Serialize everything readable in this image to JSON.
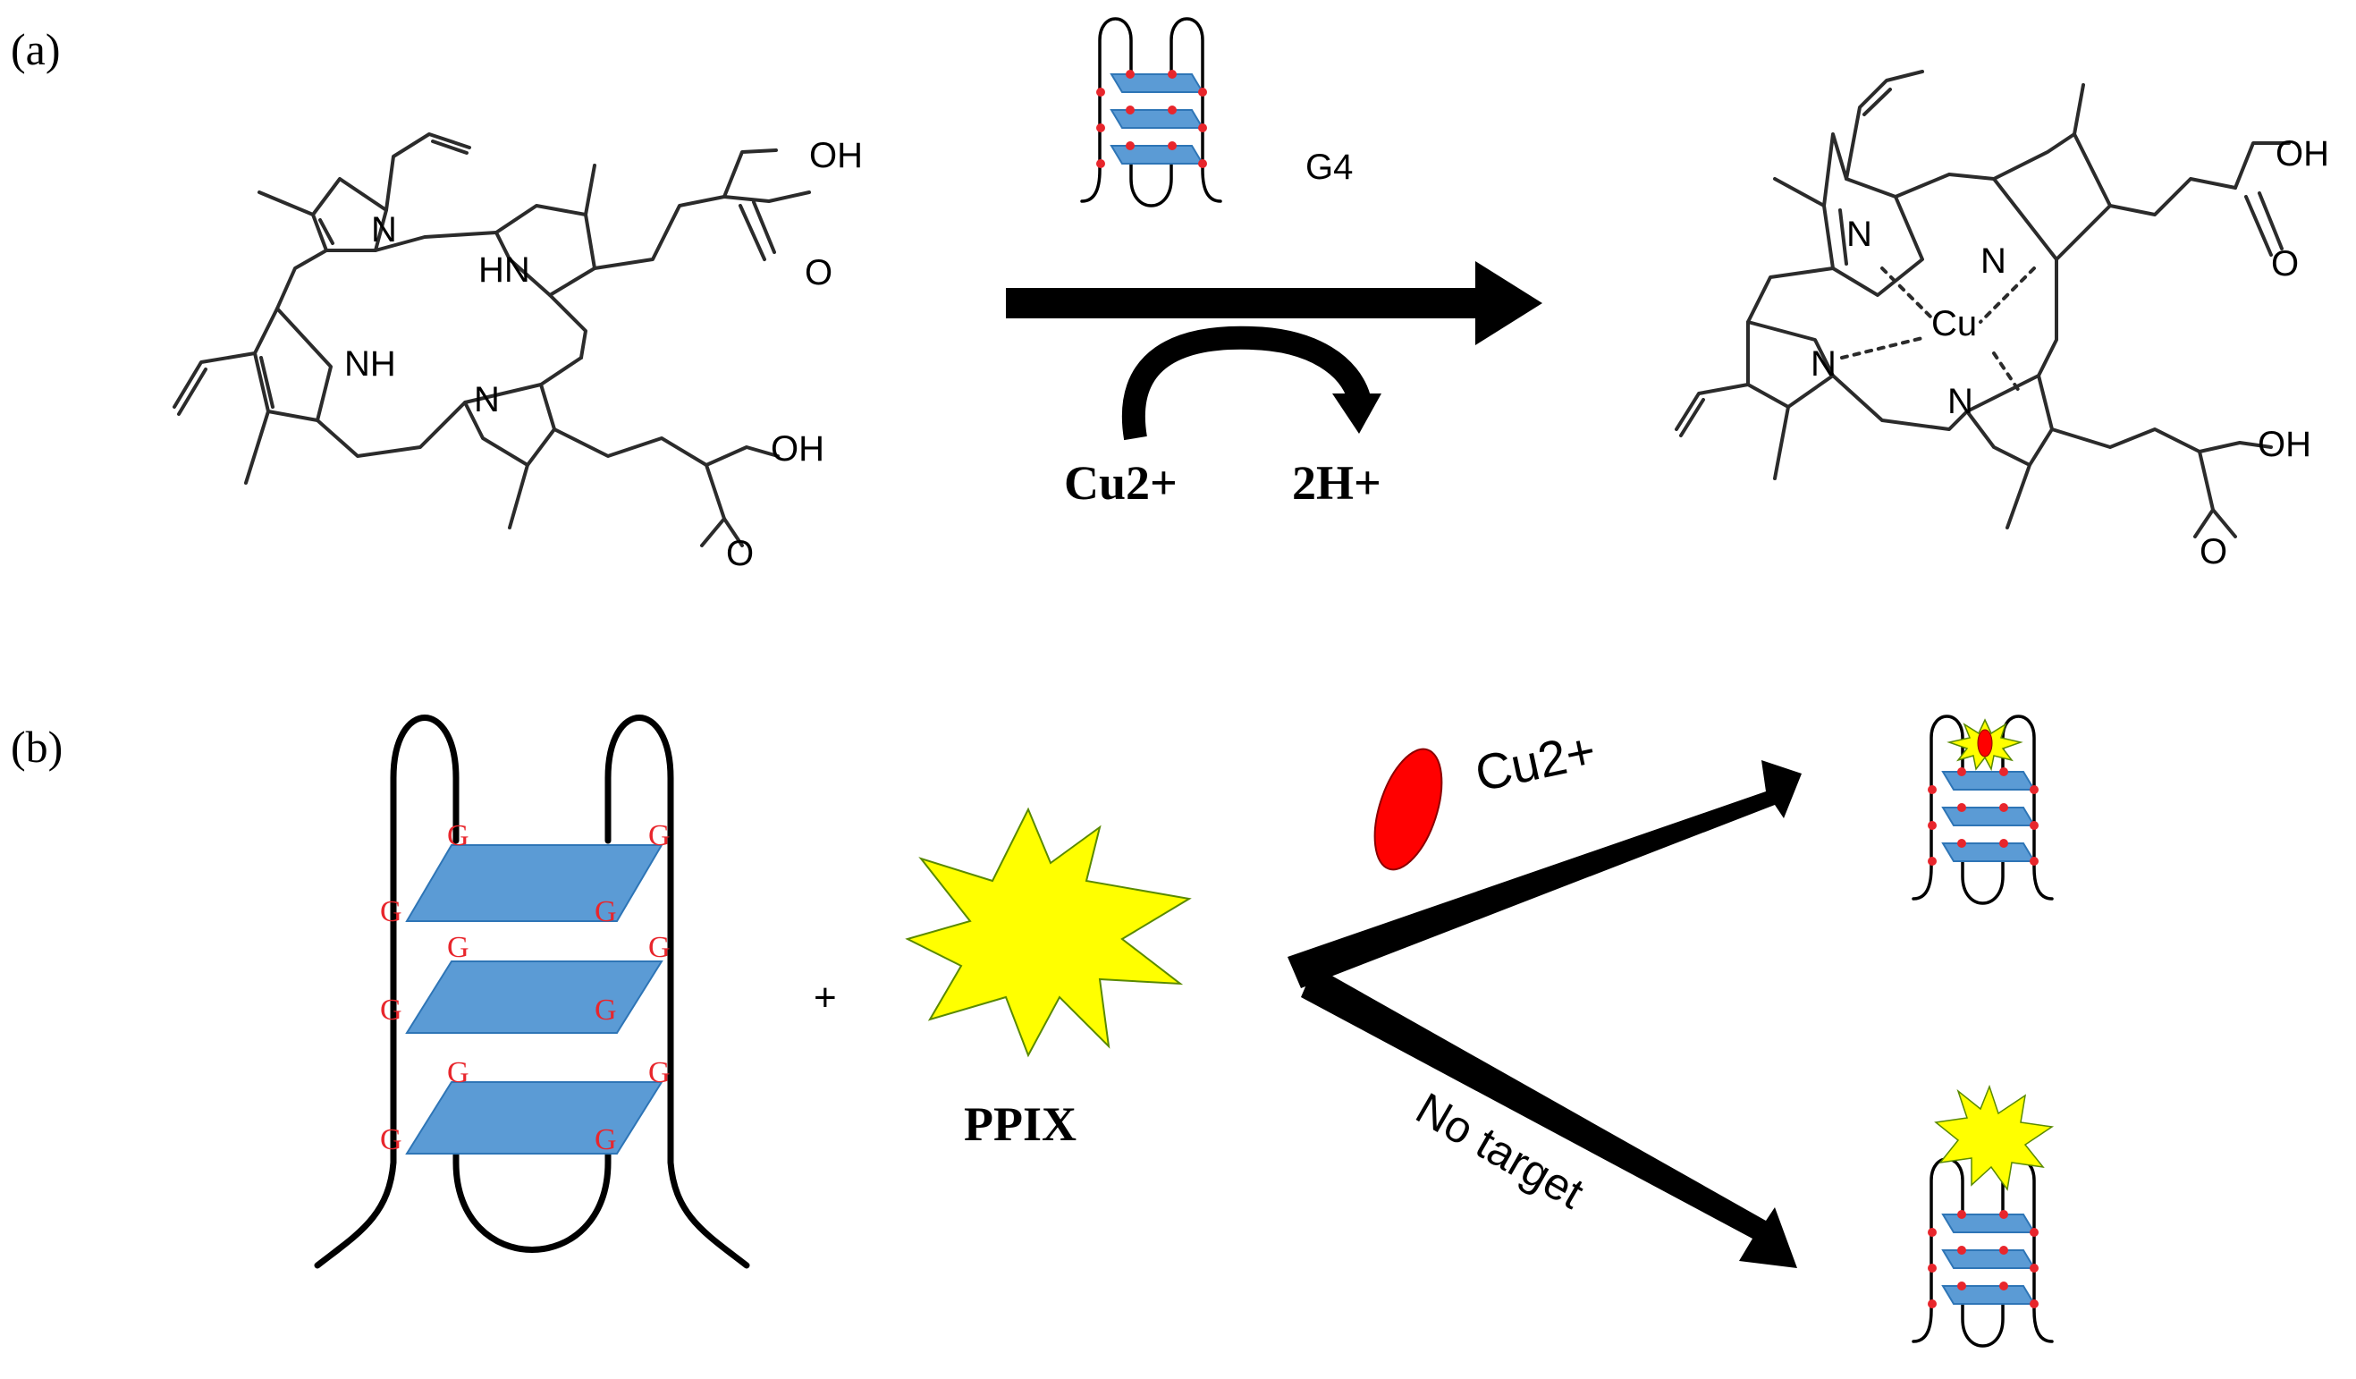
{
  "panel_a": {
    "label": "(a)",
    "g4_label": "G4",
    "reactant_label": "Cu2+",
    "product_label": "2H+",
    "ppix_atoms": {
      "n1": "N",
      "hn": "HN",
      "nh": "NH",
      "n2": "N",
      "oh1": "OH",
      "o1": "O",
      "oh2": "OH",
      "o2": "O"
    },
    "cu_atoms": {
      "n1": "N",
      "n2": "N",
      "n3": "N",
      "n4": "N",
      "cu": "Cu",
      "oh1": "OH",
      "o1": "O",
      "oh2": "OH",
      "o2": "O"
    }
  },
  "panel_b": {
    "label": "(b)",
    "plus": "+",
    "guanine_letter": "G",
    "ppix_label": "PPIX",
    "ion_label": "Cu2+",
    "no_target_label": "No target"
  },
  "colors": {
    "tetrad_fill": "#5b9bd5",
    "guanine_text": "#e8262c",
    "ppix_star": "#ffff00",
    "cu_ion": "#ff0000",
    "arrow": "#000000"
  }
}
